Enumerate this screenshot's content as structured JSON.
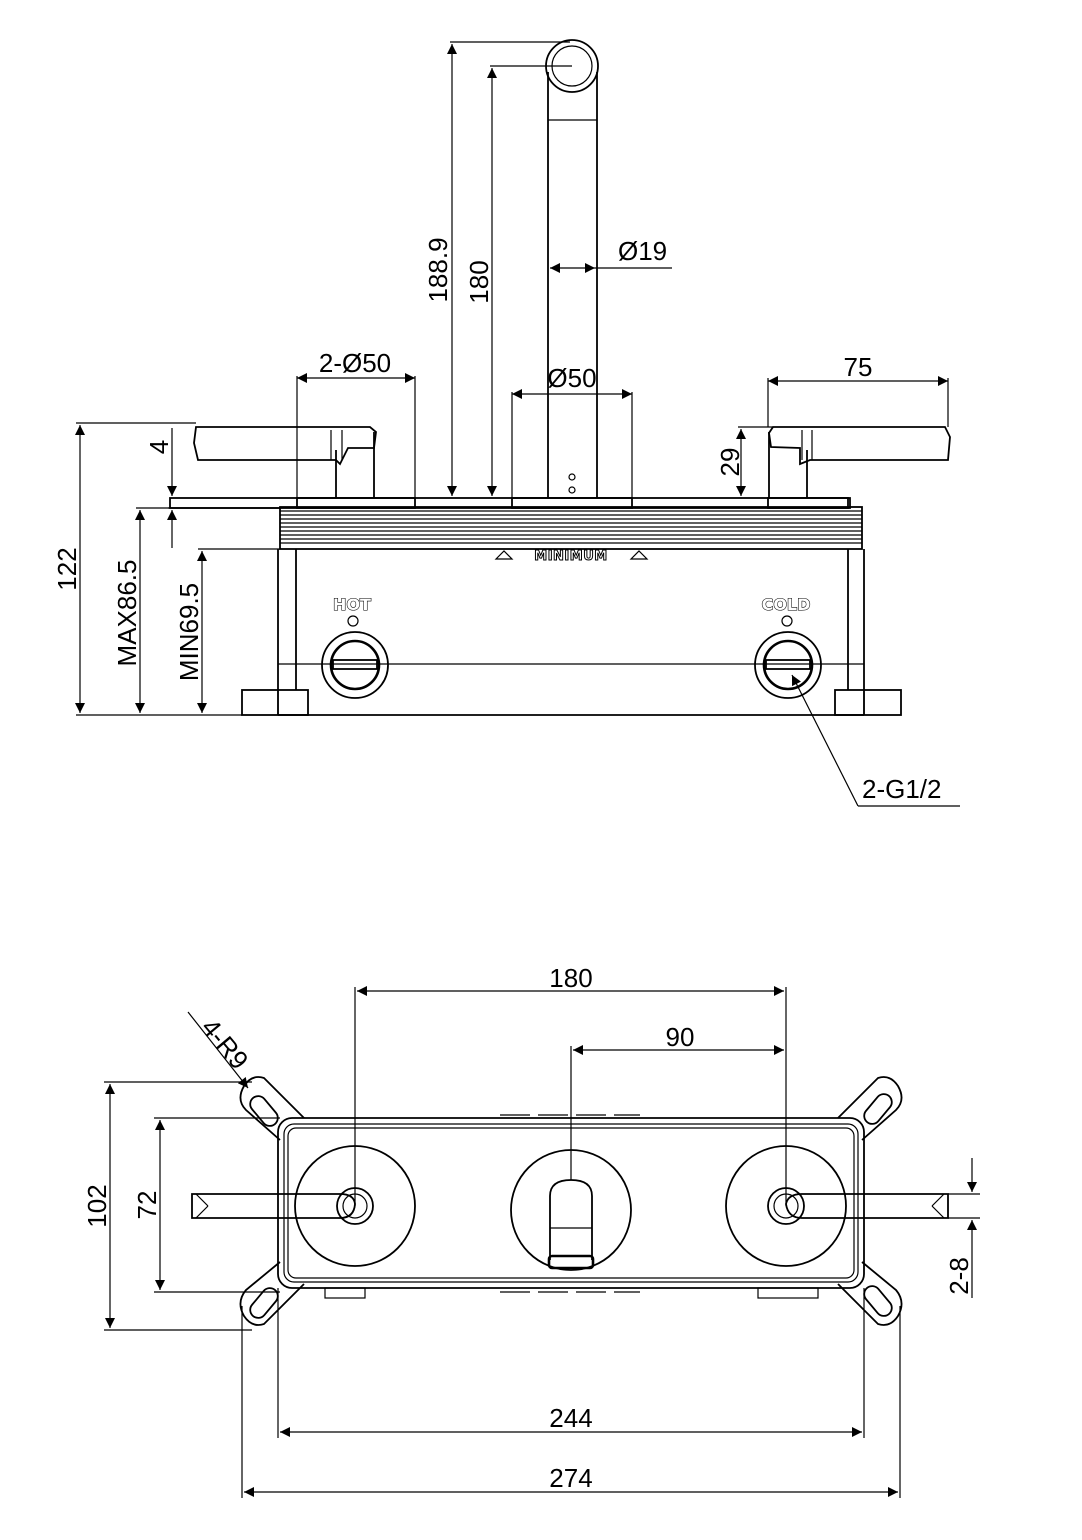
{
  "front_view": {
    "dim_188_9": "188.9",
    "dim_180": "180",
    "dim_d19": "Ø19",
    "dim_2_d50": "2-Ø50",
    "dim_d50": "Ø50",
    "dim_75": "75",
    "dim_4": "4",
    "dim_29": "29",
    "dim_122": "122",
    "dim_max": "MAX86.5",
    "dim_min": "MIN69.5",
    "label_minimum": "MINIMUM",
    "label_hot": "HOT",
    "label_cold": "COLD",
    "callout_inlet": "2-G1/2"
  },
  "top_view": {
    "dim_180": "180",
    "dim_90": "90",
    "dim_4_r9": "4-R9",
    "dim_102": "102",
    "dim_72": "72",
    "dim_2_8": "2-8",
    "dim_244": "244",
    "dim_274": "274"
  }
}
